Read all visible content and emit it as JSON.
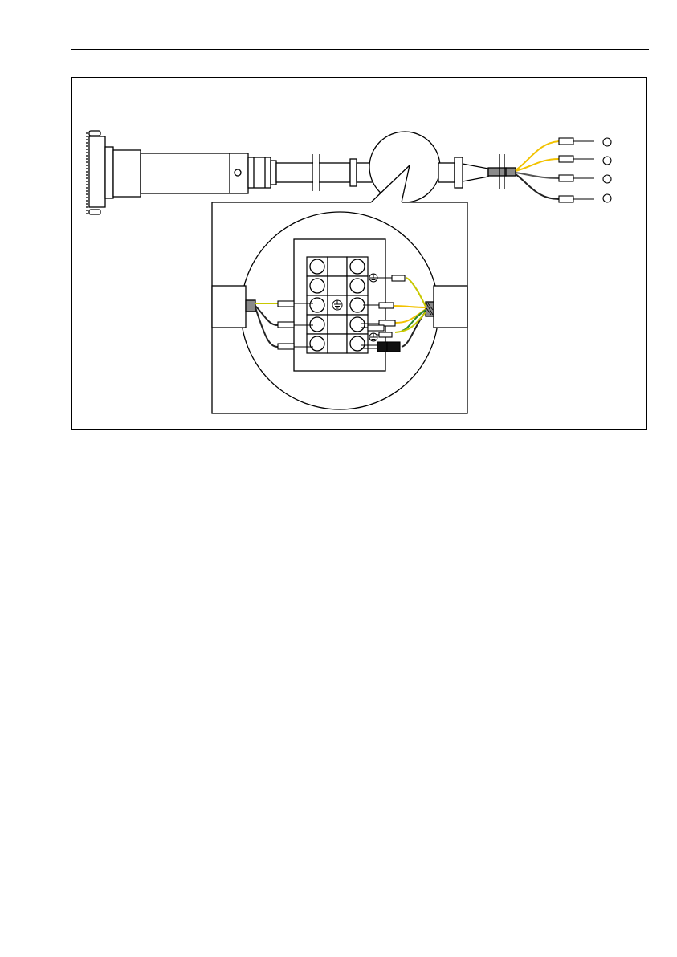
{
  "figure": {
    "type": "wiring-diagram",
    "terminal_block": {
      "columns": 3,
      "rows": 5,
      "middle_symbol": "ground",
      "ground_symbol_right_top": "ground"
    },
    "output_wires": [
      {
        "color": "#f2c200"
      },
      {
        "color": "#f2c200"
      },
      {
        "color": "#555555"
      },
      {
        "color": "#222222"
      }
    ],
    "colors": {
      "line": "#000000",
      "yellow_wire": "#f2c200",
      "yellow_green_wire": "#c8c800",
      "black_wire": "#222222",
      "gray_sleeve": "#8a8a8a",
      "background": "#ffffff"
    }
  }
}
